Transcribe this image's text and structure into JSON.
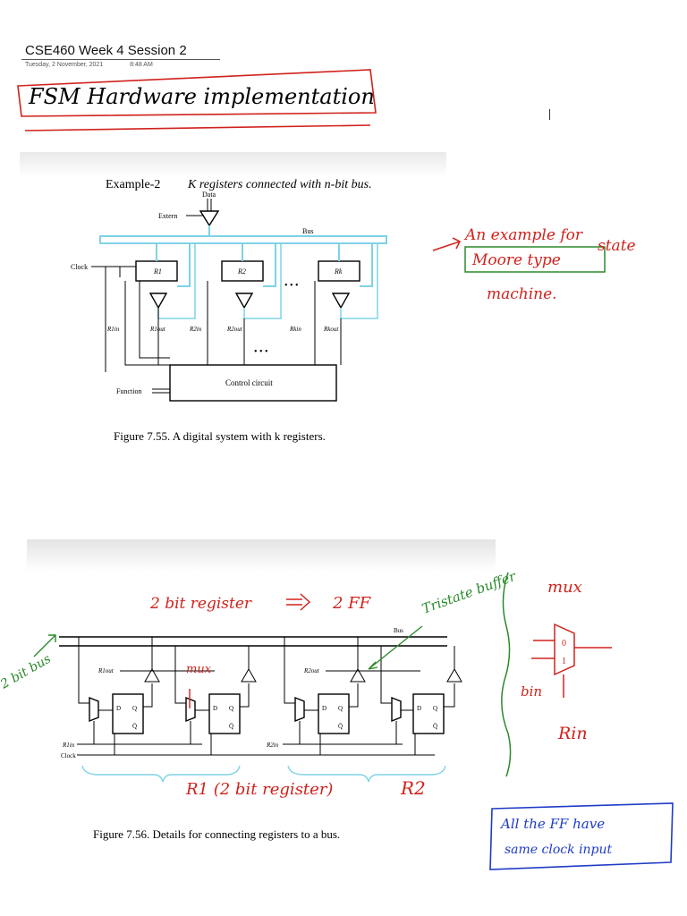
{
  "page": {
    "title": "CSE460 Week 4 Session 2",
    "date": "Tuesday, 2 November, 2021",
    "time": "8:48 AM"
  },
  "annotations": {
    "heading": "FSM Hardware implementation",
    "note1_line1": "An example for",
    "note1_boxed": "Moore type",
    "note1_line2": "state",
    "note1_line3": "machine.",
    "two_bit_register": "2 bit register",
    "two_ff": "2 FF",
    "tristate": "Tristate buffer",
    "mux_top": "mux",
    "mux_small": "mux",
    "two_bit_bus": "2 bit bus",
    "bin": "bin",
    "rin": "Rin",
    "r1_label": "R1 (2 bit register)",
    "r2_label": "R2",
    "box_note_line1": "All the FF have",
    "box_note_line2": "same clock input",
    "colors": {
      "red": "#d0221c",
      "green": "#2b8a2b",
      "blue": "#1f3bc7"
    }
  },
  "figure1": {
    "example": "Example-2",
    "example_desc": "K registers connected with n-bit bus.",
    "data": "Data",
    "extern": "Extern",
    "bus": "Bus",
    "clock": "Clock",
    "r1": "R1",
    "r2": "R2",
    "rk": "Rk",
    "dots": "• • •",
    "r1in": "R1in",
    "r1out": "R1out",
    "r2in": "R2in",
    "r2out": "R2out",
    "rkin": "Rkin",
    "rkout": "Rkout",
    "control": "Control circuit",
    "function": "Function",
    "caption": "Figure 7.55.   A digital system with k registers."
  },
  "figure2": {
    "bus": "Bus",
    "r1out": "R1out",
    "r2out": "R2out",
    "r1in": "R1in",
    "r2in": "R2in",
    "clock": "Clock",
    "d": "D",
    "q": "Q",
    "qbar": "Q̄",
    "caption": "Figure 7.56.   Details for connecting registers to a bus."
  }
}
